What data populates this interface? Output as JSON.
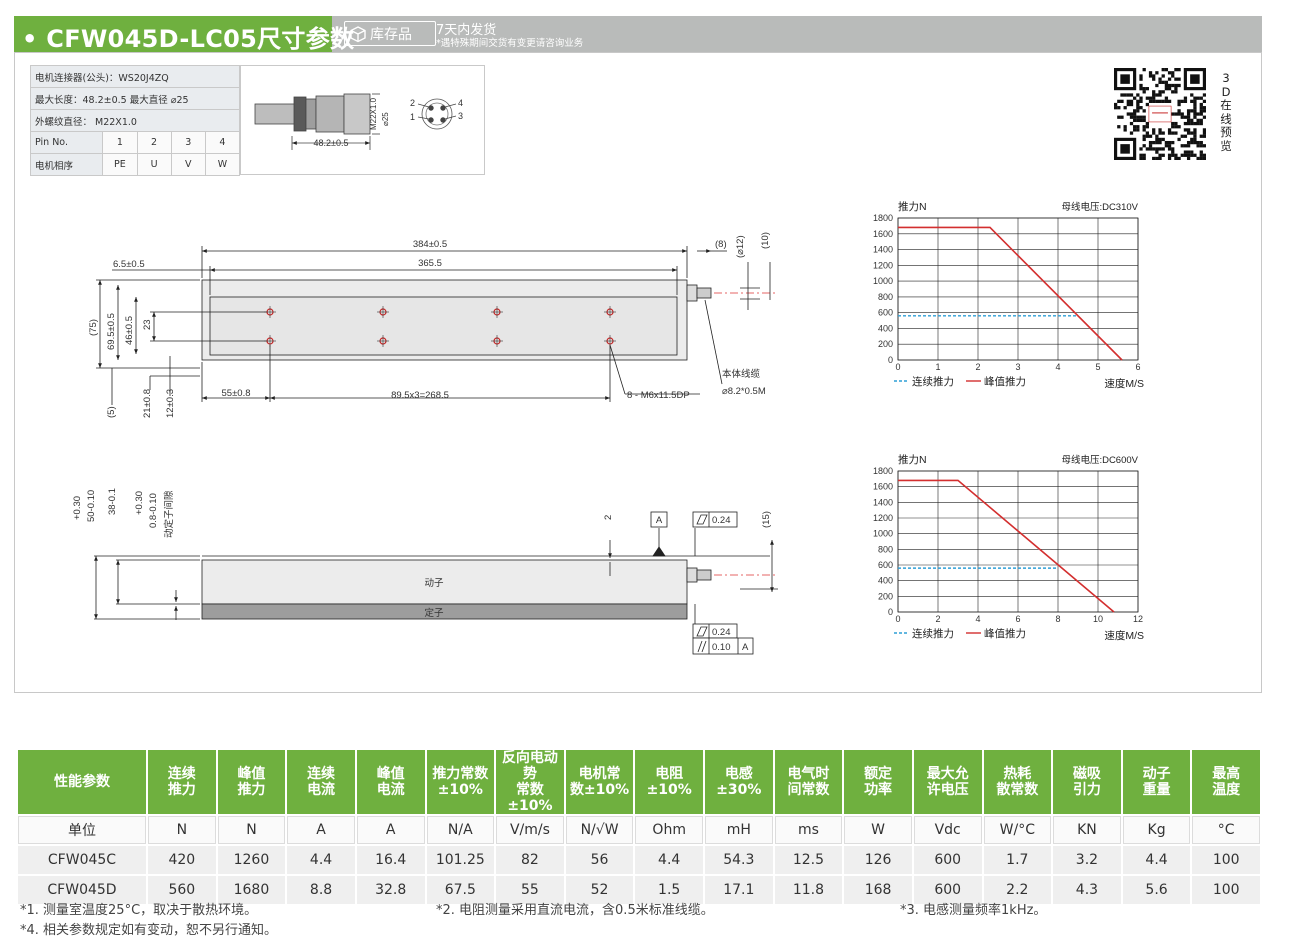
{
  "header": {
    "title": "• CFW045D-LC05尺寸参数",
    "stock_label": "库存品",
    "ship_main": "7天内发货",
    "ship_sub": "*遇特殊期间交货有变更请咨询业务"
  },
  "connector": {
    "rows": [
      {
        "label": "电机连接器(公头)：WS20J4ZQ"
      },
      {
        "label": "最大长度：48.2±0.5   最大直径 ⌀25"
      },
      {
        "label": "外螺纹直径：  M22X1.0"
      }
    ],
    "pin_label": "Pin No.",
    "pins": [
      "1",
      "2",
      "3",
      "4"
    ],
    "phase_label": "电机相序",
    "phases": [
      "PE",
      "U",
      "V",
      "W"
    ],
    "drawing": {
      "length": "48.2±0.5",
      "thread": "M22X1.0",
      "diameter": "⌀25",
      "pin_numbers": [
        "2",
        "4",
        "1",
        "3"
      ]
    }
  },
  "qr_label": [
    "3",
    "D",
    "在",
    "线",
    "预",
    "览"
  ],
  "top_view": {
    "dim_total": "384±0.5",
    "dim_inner": "365.5",
    "dim_left_offset": "6.5±0.5",
    "dim_8": "(8)",
    "dim_phi12": "(⌀12)",
    "dim_10": "(10)",
    "dim_75": "(75)",
    "dim_69": "69.5±0.5",
    "dim_46": "46±0.5",
    "dim_23": "23",
    "dim_5": "(5)",
    "dim_21": "21±0.8",
    "dim_12": "12±0.3",
    "dim_55": "55±0.8",
    "dim_pitch": "89.5x3=268.5",
    "hole_label": "8 - M6x11.5DP",
    "cable_label_1": "本体线缆",
    "cable_label_2": "⌀8.2*0.5M"
  },
  "side_view": {
    "dim_50": "50-0.10",
    "dim_50_tol": "+0.30",
    "dim_38": "38-0.1",
    "dim_gap": "0.8-0.10",
    "dim_gap_tol": "+0.30",
    "gap_label": "动定子间隙",
    "dim_2": "2",
    "datum_a": "A",
    "flat_top": "0.24",
    "dim_15": "(15)",
    "mover_label": "动子",
    "stator_label": "定子",
    "flat_bottom": "0.24",
    "parallel": "0.10",
    "parallel_ref": "A"
  },
  "chart_data": [
    {
      "type": "line",
      "title": "",
      "ylabel": "推力N",
      "xlabel": "速度M/S",
      "annotation": "母线电压:DC310V",
      "xlim": [
        0,
        6
      ],
      "ylim": [
        0,
        1800
      ],
      "x_ticks": [
        "0",
        "1",
        "2",
        "3",
        "4",
        "5",
        "6"
      ],
      "y_ticks": [
        "0",
        "200",
        "400",
        "600",
        "800",
        "1000",
        "1200",
        "1400",
        "1600",
        "1800"
      ],
      "grid": true,
      "series": [
        {
          "name": "峰值推力",
          "color": "#d32f2f",
          "style": "solid",
          "x": [
            0,
            2.3,
            5.6
          ],
          "y": [
            1680,
            1680,
            0
          ]
        },
        {
          "name": "连续推力",
          "color": "#2e9fd6",
          "style": "dashed",
          "x": [
            0,
            4.5
          ],
          "y": [
            560,
            560
          ]
        }
      ],
      "legend_placement": "bottom"
    },
    {
      "type": "line",
      "title": "",
      "ylabel": "推力N",
      "xlabel": "速度M/S",
      "annotation": "母线电压:DC600V",
      "xlim": [
        0,
        12
      ],
      "ylim": [
        0,
        1800
      ],
      "x_ticks": [
        "0",
        "2",
        "4",
        "6",
        "8",
        "10",
        "12"
      ],
      "y_ticks": [
        "0",
        "200",
        "400",
        "600",
        "800",
        "1000",
        "1200",
        "1400",
        "1600",
        "1800"
      ],
      "grid": true,
      "series": [
        {
          "name": "峰值推力",
          "color": "#d32f2f",
          "style": "solid",
          "x": [
            0,
            3,
            10.8
          ],
          "y": [
            1680,
            1680,
            0
          ]
        },
        {
          "name": "连续推力",
          "color": "#2e9fd6",
          "style": "dashed",
          "x": [
            0,
            8
          ],
          "y": [
            560,
            560
          ]
        }
      ],
      "legend_placement": "bottom"
    }
  ],
  "params": {
    "headers": [
      [
        "性能参数"
      ],
      [
        "连续",
        "推力"
      ],
      [
        "峰值",
        "推力"
      ],
      [
        "连续",
        "电流"
      ],
      [
        "峰值",
        "电流"
      ],
      [
        "推力常数",
        "±10%"
      ],
      [
        "反向电动势",
        "常数±10%"
      ],
      [
        "电机常",
        "数±10%"
      ],
      [
        "电阻",
        "±10%"
      ],
      [
        "电感",
        "±30%"
      ],
      [
        "电气时",
        "间常数"
      ],
      [
        "额定",
        "功率"
      ],
      [
        "最大允",
        "许电压"
      ],
      [
        "热耗",
        "散常数"
      ],
      [
        "磁吸",
        "引力"
      ],
      [
        "动子",
        "重量"
      ],
      [
        "最高",
        "温度"
      ]
    ],
    "units": [
      "单位",
      "N",
      "N",
      "A",
      "A",
      "N/A",
      "V/m/s",
      "N/√W",
      "Ohm",
      "mH",
      "ms",
      "W",
      "Vdc",
      "W/°C",
      "KN",
      "Kg",
      "°C"
    ],
    "rows": [
      [
        "CFW045C",
        "420",
        "1260",
        "4.4",
        "16.4",
        "101.25",
        "82",
        "56",
        "4.4",
        "54.3",
        "12.5",
        "126",
        "600",
        "1.7",
        "3.2",
        "4.4",
        "100"
      ],
      [
        "CFW045D",
        "560",
        "1680",
        "8.8",
        "32.8",
        "67.5",
        "55",
        "52",
        "1.5",
        "17.1",
        "11.8",
        "168",
        "600",
        "2.2",
        "4.3",
        "5.6",
        "100"
      ]
    ]
  },
  "notes": {
    "n1": "*1. 测量室温度25°C，取决于散热环境。",
    "n2": "*2. 电阻测量采用直流电流，含0.5米标准线缆。",
    "n3": "*3. 电感测量频率1kHz。",
    "n4": "*4. 相关参数规定如有变动，恕不另行通知。"
  }
}
